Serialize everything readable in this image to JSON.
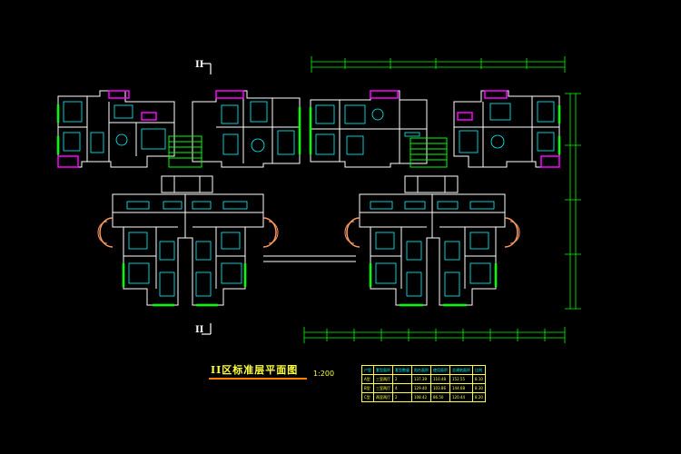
{
  "drawing": {
    "title": "II区标准层平面图",
    "scale": "1:200",
    "section_mark_top": "II",
    "section_mark_bottom": "II"
  },
  "schedule": {
    "headers": [
      "户型",
      "套型面积",
      "套型数量",
      "阳台面积",
      "使用面积",
      "总建筑面积",
      "比例"
    ],
    "rows": [
      [
        "A型",
        "三室两厅",
        "2",
        "137.39",
        "110.48",
        "152.55",
        "8.10"
      ],
      [
        "B型",
        "三室两厅",
        "4",
        "129.40",
        "103.86",
        "144.68",
        "8.30"
      ],
      [
        "C型",
        "两室两厅",
        "2",
        "108.42",
        "86.50",
        "120.44",
        "8.20"
      ]
    ]
  },
  "colors": {
    "background": "#000000",
    "walls": "#ffffff",
    "furniture": "#00ffff",
    "windows": "#00ff00",
    "doors": "#ff00ff",
    "title": "#ffff40",
    "title_underline": "#ff8000",
    "balcony": "#ff9a60"
  }
}
